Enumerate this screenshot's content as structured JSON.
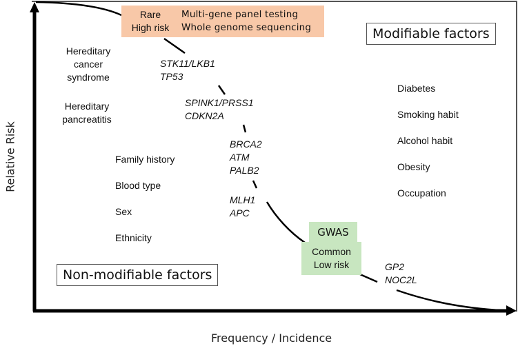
{
  "axes": {
    "y_label": "Relative Risk",
    "x_label": "Frequency / Incidence"
  },
  "regions": {
    "modifiable": "Modifiable factors",
    "non_modifiable": "Non-modifiable factors"
  },
  "rare_box": {
    "line1": "Rare",
    "line2": "High risk",
    "methods": [
      "Multi-gene panel testing",
      "Whole genome sequencing"
    ],
    "color": "#f8c8a8"
  },
  "common_box": {
    "method": "GWAS",
    "line1": "Common",
    "line2": "Low risk",
    "color": "#c8e6c0"
  },
  "hereditary": {
    "cancer_syndrome": [
      "Hereditary",
      "cancer",
      "syndrome"
    ],
    "pancreatitis": [
      "Hereditary",
      "pancreatitis"
    ]
  },
  "genes": {
    "group1": [
      "STK11/LKB1",
      "TP53"
    ],
    "group2": [
      "SPINK1/PRSS1",
      "CDKN2A"
    ],
    "group3": [
      "BRCA2",
      "ATM",
      "PALB2"
    ],
    "group4": [
      "MLH1",
      "APC"
    ],
    "group5": [
      "GP2",
      "NOC2L"
    ]
  },
  "non_modifiable_factors": [
    "Family history",
    "Blood type",
    "Sex",
    "Ethnicity"
  ],
  "modifiable_factors": [
    "Diabetes",
    "Smoking habit",
    "Alcohol habit",
    "Obesity",
    "Occupation"
  ]
}
